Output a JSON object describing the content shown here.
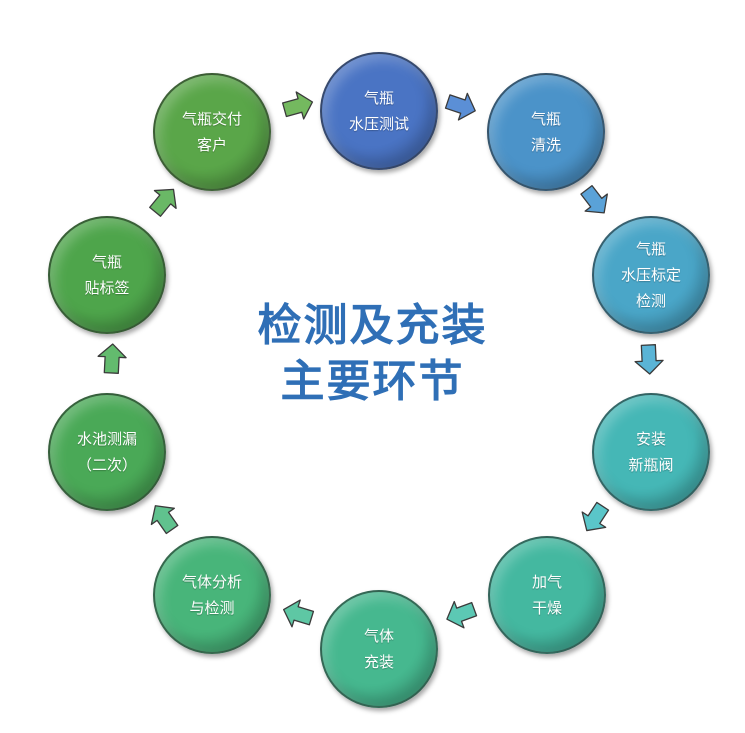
{
  "title_lines": [
    "检测及充装",
    "主要环节"
  ],
  "colors": {
    "title": "#2f6fb6"
  },
  "nodes": [
    {
      "lines": [
        "气瓶",
        "水压测试"
      ],
      "color": "#4a74c4"
    },
    {
      "lines": [
        "气瓶",
        "清洗"
      ],
      "color": "#4b93c9"
    },
    {
      "lines": [
        "气瓶",
        "水压标定",
        "检测"
      ],
      "color": "#4aa6c8"
    },
    {
      "lines": [
        "安装",
        "新瓶阀"
      ],
      "color": "#45b7b6"
    },
    {
      "lines": [
        "加气",
        "干燥"
      ],
      "color": "#44b8a0"
    },
    {
      "lines": [
        "气体",
        "充装"
      ],
      "color": "#46b88f"
    },
    {
      "lines": [
        "气体分析",
        "与检测"
      ],
      "color": "#48b57a"
    },
    {
      "lines": [
        "水池测漏",
        "（二次）"
      ],
      "color": "#4aa957"
    },
    {
      "lines": [
        "气瓶",
        "贴标签"
      ],
      "color": "#4ea54b"
    },
    {
      "lines": [
        "气瓶交付",
        "客户"
      ],
      "color": "#5aa649"
    }
  ],
  "arrows": [
    {
      "color": "#5b8fd6"
    },
    {
      "color": "#5aa2d8"
    },
    {
      "color": "#5ab4d6"
    },
    {
      "color": "#5ac6c9"
    },
    {
      "color": "#5cc8b4"
    },
    {
      "color": "#5ec7a4"
    },
    {
      "color": "#60c28e"
    },
    {
      "color": "#63bb6e"
    },
    {
      "color": "#6ab866"
    },
    {
      "color": "#74b95f"
    }
  ]
}
